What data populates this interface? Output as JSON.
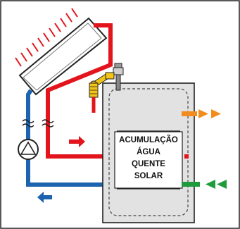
{
  "diagram": {
    "tank": {
      "label_lines": [
        "ACUMULAÇÃO",
        "ÁGUA",
        "QUENTE",
        "SOLAR"
      ]
    },
    "colors": {
      "hot_pipe": "#e3141c",
      "cold_pipe": "#1c64ae",
      "hot_water_out": "#f28c1e",
      "cold_water_in": "#1f9a3c",
      "valve": "#f2c417",
      "tank_fill": "#e2e2e2",
      "outline": "#222222"
    },
    "components": [
      "solar-collector",
      "sun-rays",
      "circulation-pump",
      "relief-valve",
      "storage-tank",
      "hot-water-outlet",
      "cold-water-inlet"
    ]
  }
}
